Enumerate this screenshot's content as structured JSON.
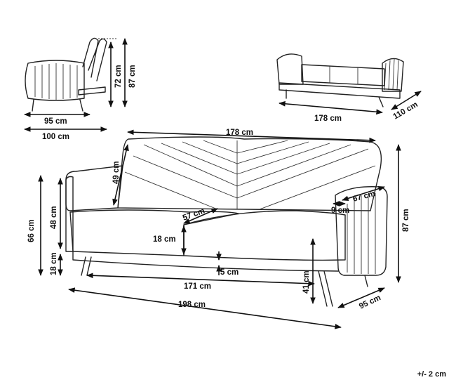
{
  "side_view": {
    "dimensions": {
      "seat_depth": "95 cm",
      "total_depth": "100 cm",
      "seat_height": "72 cm",
      "total_height": "87 cm"
    }
  },
  "bed_view": {
    "dimensions": {
      "bed_length": "178 cm",
      "bed_width": "110 cm"
    }
  },
  "front_view": {
    "dimensions": {
      "backrest_width": "178 cm",
      "backrest_height": "49 cm",
      "arm_width": "67 cm",
      "arm_depth": "9 cm",
      "seat_depth": "57 cm",
      "total_height": "87 cm",
      "arm_height": "66 cm",
      "seat_cushion_height": "48 cm",
      "leg_height_left": "18 cm",
      "cushion_thickness": "18 cm",
      "gap": "5 cm",
      "seat_height": "41 cm",
      "seat_width": "171 cm",
      "total_width": "198 cm",
      "total_depth": "95 cm"
    }
  },
  "tolerance": "+/- 2 cm"
}
